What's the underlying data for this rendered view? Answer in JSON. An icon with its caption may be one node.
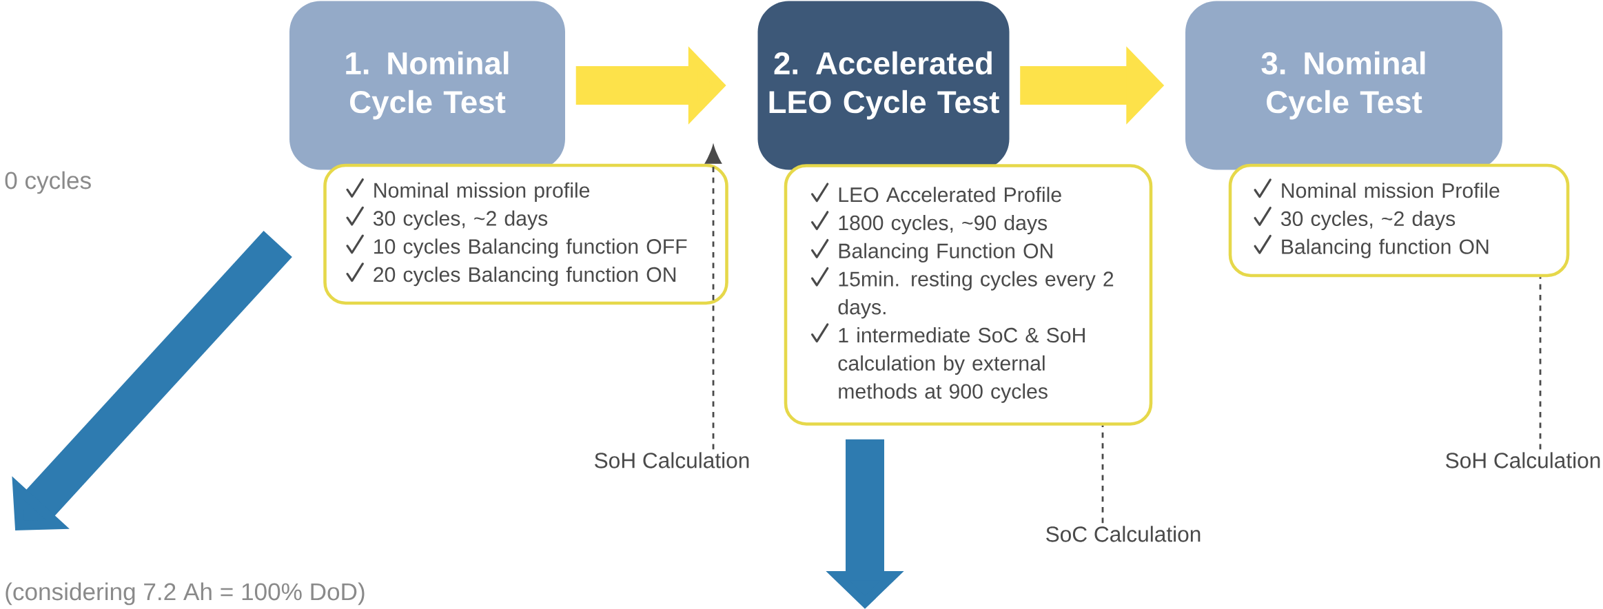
{
  "diagram": {
    "nodes": [
      {
        "text": [
          "1. Nominal Cycle Test"
        ]
      },
      {
        "text": [
          "Nominal mission profile",
          "30 cycles, ~2 days",
          "10 cycles Balancing function OFF",
          "20 cycles Balancing function ON"
        ]
      },
      {
        "text": [
          "2. Accelerated LEO Cycle Test"
        ]
      },
      {
        "text": [
          "LEO Accelerated Profile",
          "1800 cycles, ~90 days",
          "Balancing Function ON",
          "15min. resting cycles every 2 days.",
          "1 intermediate SoC & SoH calculation by external methods at 900 cycles"
        ]
      },
      {
        "text": [
          "3. Nominal Cycle Test"
        ]
      },
      {
        "text": [
          "Nominal mission Profile",
          "30 cycles, ~2 days",
          "Balancing function ON"
        ]
      },
      {
        "text": [
          "SoH Calculation"
        ]
      },
      {
        "text": [
          "SoC Calculation"
        ]
      },
      {
        "text": [
          "SoH Calculation"
        ]
      }
    ],
    "edges": [
      {
        "from": 0,
        "to": 2,
        "arrow": "to",
        "color": "#fde24a"
      },
      {
        "from": 2,
        "to": 4,
        "arrow": "to",
        "color": "#fde24a"
      },
      {
        "from": 6,
        "to": 1,
        "arrow": "to",
        "style": "dashed",
        "color": "#4a4a4a"
      },
      {
        "from": 7,
        "to": 3,
        "arrow": "none",
        "style": "dashed",
        "color": "#4a4a4a"
      },
      {
        "from": 8,
        "to": 5,
        "arrow": "none",
        "style": "dashed",
        "color": "#4a4a4a"
      },
      {
        "from": 3,
        "to": null,
        "arrow": "to",
        "color": "#2e7bb0"
      },
      {
        "from": 1,
        "to": null,
        "arrow": "to",
        "color": "#2e7bb0"
      }
    ],
    "labels": [
      "0 cycles",
      "(considering 7.2 Ah = 100% DoD)"
    ]
  }
}
